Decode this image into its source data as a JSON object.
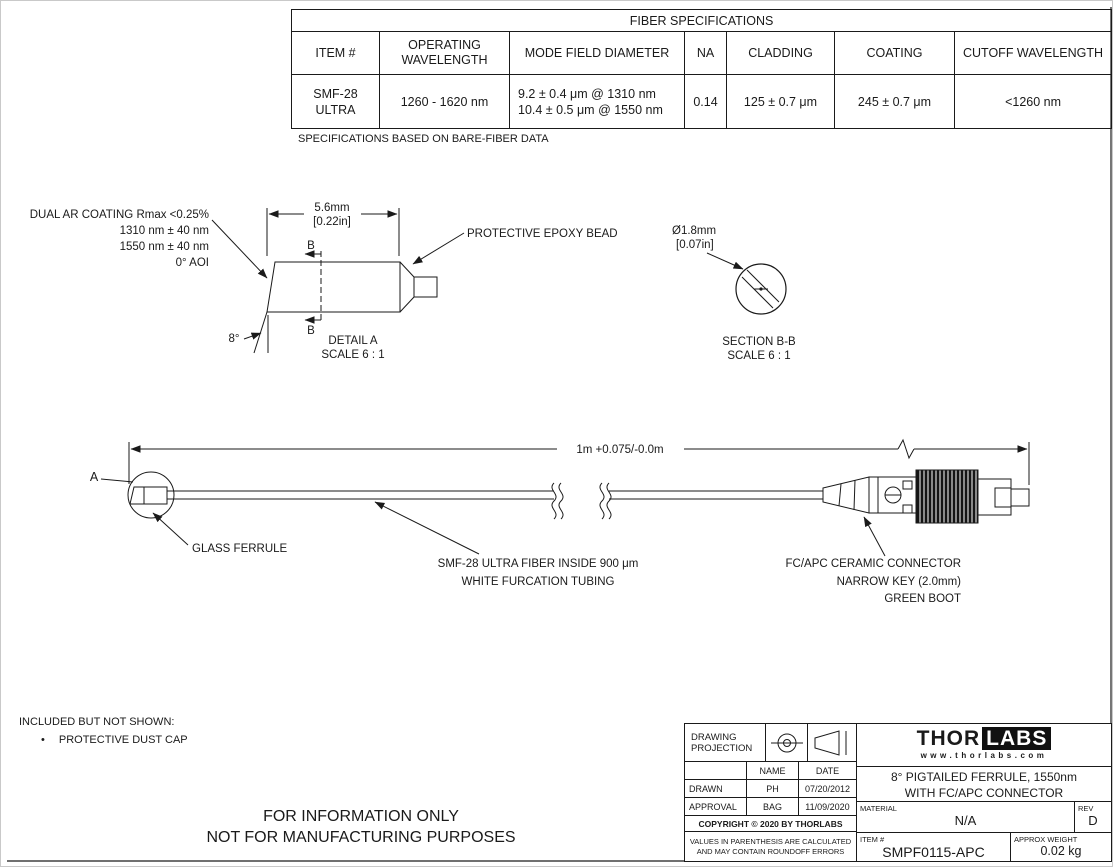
{
  "colors": {
    "ink": "#1a1a1a",
    "knurl_fill": "#151515",
    "paper": "#ffffff"
  },
  "spec_table": {
    "title": "FIBER SPECIFICATIONS",
    "headers": {
      "item": "ITEM #",
      "operating_wavelength": "OPERATING WAVELENGTH",
      "mode_field_diameter": "MODE FIELD DIAMETER",
      "na": "NA",
      "cladding": "CLADDING",
      "coating": "COATING",
      "cutoff_wavelength": "CUTOFF WAVELENGTH"
    },
    "row": {
      "item_line1": "SMF-28",
      "item_line2": "ULTRA",
      "operating_wavelength": "1260 - 1620 nm",
      "mfd_line1": "9.2 ± 0.4 μm @ 1310 nm",
      "mfd_line2": "10.4 ± 0.5 μm @ 1550 nm",
      "na": "0.14",
      "cladding": "125 ± 0.7 μm",
      "coating": "245 ± 0.7 μm",
      "cutoff_wavelength": "<1260 nm"
    },
    "note": "SPECIFICATIONS BASED ON BARE-FIBER DATA"
  },
  "detail_a": {
    "ar_line1": "DUAL AR COATING Rmax <0.25%",
    "ar_line2": "1310 nm ± 40 nm",
    "ar_line3": "1550 nm ± 40 nm",
    "ar_line4": "0° AOI",
    "dim_mm": "5.6mm",
    "dim_in": "[0.22in]",
    "epoxy_label": "PROTECTIVE EPOXY BEAD",
    "angle_label": "8°",
    "section_marker_top": "B",
    "section_marker_bottom": "B",
    "caption": "DETAIL A",
    "scale": "SCALE 6 : 1"
  },
  "section_bb": {
    "dim_mm": "Ø1.8mm",
    "dim_in": "[0.07in]",
    "caption": "SECTION B-B",
    "scale": "SCALE 6 : 1"
  },
  "assembly": {
    "length_dim": "1m +0.075/-0.0m",
    "detail_marker": "A",
    "ferrule_label": "GLASS FERRULE",
    "fiber_label_line1": "SMF-28 ULTRA FIBER INSIDE 900 μm",
    "fiber_label_line2": "WHITE FURCATION TUBING",
    "connector_label_line1": "FC/APC CERAMIC CONNECTOR",
    "connector_label_line2": "NARROW KEY (2.0mm)",
    "connector_label_line3": "GREEN BOOT"
  },
  "notes": {
    "included_heading": "INCLUDED BUT NOT SHOWN:",
    "bullet_icon": "•",
    "included_item": "PROTECTIVE DUST CAP",
    "info_line1": "FOR INFORMATION ONLY",
    "info_line2": "NOT FOR MANUFACTURING PURPOSES"
  },
  "title_block": {
    "projection_label_line1": "DRAWING",
    "projection_label_line2": "PROJECTION",
    "name_header": "NAME",
    "date_header": "DATE",
    "drawn_label": "DRAWN",
    "drawn_name": "PH",
    "drawn_date": "07/20/2012",
    "approval_label": "APPROVAL",
    "approval_name": "BAG",
    "approval_date": "11/09/2020",
    "copyright": "COPYRIGHT © 2020 BY THORLABS",
    "values_note_line1": "VALUES IN PARENTHESIS ARE CALCULATED",
    "values_note_line2": "AND MAY CONTAIN ROUNDOFF ERRORS",
    "logo_thor": "THOR",
    "logo_labs": "LABS",
    "website": "www.thorlabs.com",
    "drawing_title_line1": "8° PIGTAILED FERRULE, 1550nm",
    "drawing_title_line2": "WITH FC/APC CONNECTOR",
    "material_label": "MATERIAL",
    "material_value": "N/A",
    "rev_label": "REV",
    "rev_value": "D",
    "item_label": "ITEM #",
    "item_value": "SMPF0115-APC",
    "weight_label": "APPROX WEIGHT",
    "weight_value": "0.02 kg"
  }
}
